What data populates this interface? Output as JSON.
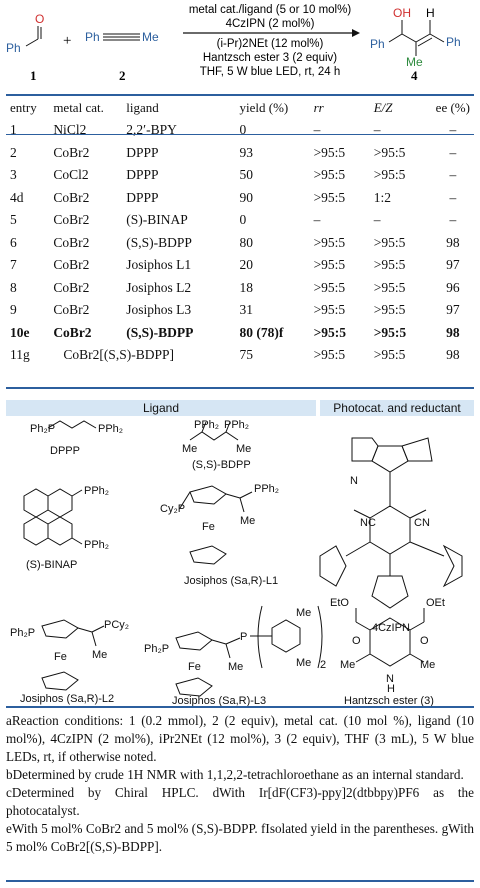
{
  "scheme": {
    "reagents_line1": "metal cat./ligand (5 or 10 mol%)",
    "reagents_line2": "4CzIPN (2 mol%)",
    "reagents_line3": "(i-Pr)2NEt (12 mol%)",
    "reagents_line4": "Hantzsch ester 3 (2 equiv)",
    "reagents_line5": "THF, 5 W blue LED, rt, 24 h",
    "label_1": "1",
    "label_2": "2",
    "label_4": "4"
  },
  "table": {
    "headers": [
      "entry",
      "metal cat.",
      "ligand",
      "yield (%)",
      "rr",
      "E/Z",
      "ee (%)"
    ],
    "rows": [
      {
        "entry": "1",
        "metal": "NiCl2",
        "ligand": "2,2′-BPY",
        "yield": "0",
        "rr": "–",
        "ez": "–",
        "ee": "–"
      },
      {
        "entry": "2",
        "metal": "CoBr2",
        "ligand": "DPPP",
        "yield": "93",
        "rr": ">95:5",
        "ez": ">95:5",
        "ee": "–"
      },
      {
        "entry": "3",
        "metal": "CoCl2",
        "ligand": "DPPP",
        "yield": "50",
        "rr": ">95:5",
        "ez": ">95:5",
        "ee": "–"
      },
      {
        "entry": "4d",
        "metal": "CoBr2",
        "ligand": "DPPP",
        "yield": "90",
        "rr": ">95:5",
        "ez": "1:2",
        "ee": "–"
      },
      {
        "entry": "5",
        "metal": "CoBr2",
        "ligand": "(S)-BINAP",
        "yield": "0",
        "rr": "–",
        "ez": "–",
        "ee": "–"
      },
      {
        "entry": "6",
        "metal": "CoBr2",
        "ligand": "(S,S)-BDPP",
        "yield": "80",
        "rr": ">95:5",
        "ez": ">95:5",
        "ee": "98"
      },
      {
        "entry": "7",
        "metal": "CoBr2",
        "ligand": "Josiphos L1",
        "yield": "20",
        "rr": ">95:5",
        "ez": ">95:5",
        "ee": "97"
      },
      {
        "entry": "8",
        "metal": "CoBr2",
        "ligand": "Josiphos L2",
        "yield": "18",
        "rr": ">95:5",
        "ez": ">95:5",
        "ee": "96"
      },
      {
        "entry": "9",
        "metal": "CoBr2",
        "ligand": "Josiphos L3",
        "yield": "31",
        "rr": ">95:5",
        "ez": ">95:5",
        "ee": "97"
      },
      {
        "entry": "10e",
        "metal": "CoBr2",
        "ligand": "(S,S)-BDPP",
        "yield": "80 (78)f",
        "rr": ">95:5",
        "ez": ">95:5",
        "ee": "98"
      },
      {
        "entry": "11g",
        "metal": "CoBr2[(S,S)-BDPP]",
        "ligand": "",
        "yield": "75",
        "rr": ">95:5",
        "ez": ">95:5",
        "ee": "98"
      }
    ]
  },
  "structures": {
    "ligand_header": "Ligand",
    "photocat_header": "Photocat. and reductant",
    "dppp": "DPPP",
    "bdpp": "(S,S)-BDPP",
    "binap": "(S)-BINAP",
    "l1": "Josiphos (Sa,R)-L1",
    "l2": "Josiphos (Sa,R)-L2",
    "l3": "Josiphos (Sa,R)-L3",
    "czipn": "4CzIPN",
    "hantzsch": "Hantzsch ester (3)"
  },
  "footnotes": {
    "a": "aReaction conditions: 1 (0.2 mmol), 2 (2 equiv), metal cat. (10 mol %), ligand (10 mol%), 4CzIPN (2 mol%), iPr2NEt (12 mol%), 3 (2 equiv), THF (3 mL), 5 W blue LEDs, rt, if otherwise noted.",
    "b": "bDetermined by crude 1H NMR with 1,1,2,2-tetrachloroethane as an internal standard.",
    "c": "cDetermined by Chiral HPLC.",
    "d": "dWith Ir[dF(CF3)-ppy]2(dtbbpy)PF6 as the photocatalyst.",
    "e": "eWith 5 mol% CoBr2 and 5 mol% (S,S)-BDPP.",
    "f": "fIsolated yield in the parentheses.",
    "g": "gWith 5 mol% CoBr2[(S,S)-BDPP]."
  }
}
